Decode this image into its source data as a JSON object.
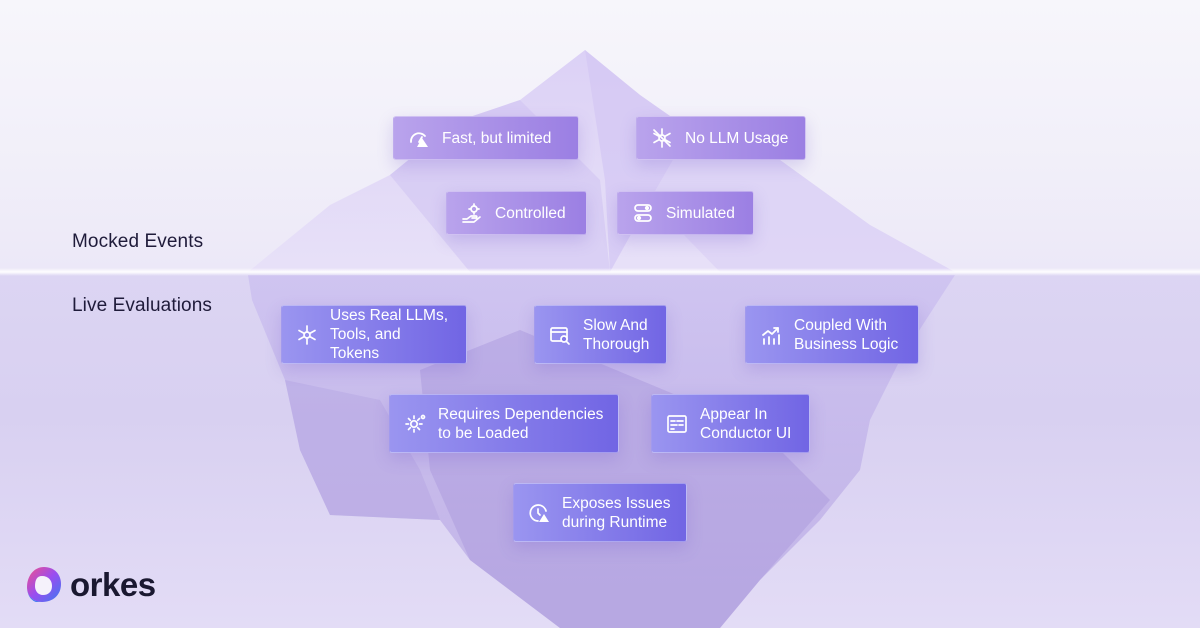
{
  "sections": {
    "above": "Mocked Events",
    "below": "Live Evaluations"
  },
  "above_items": [
    {
      "label": "Fast, but limited",
      "icon": "speedometer-icon"
    },
    {
      "label": "No LLM Usage",
      "icon": "no-ai-icon"
    },
    {
      "label": "Controlled",
      "icon": "hand-gear-icon"
    },
    {
      "label": "Simulated",
      "icon": "simulation-icon"
    }
  ],
  "below_items": [
    {
      "label": "Uses Real LLMs,\nTools, and Tokens",
      "icon": "ai-network-icon"
    },
    {
      "label": "Slow And\nThorough",
      "icon": "window-search-icon"
    },
    {
      "label": "Coupled With\nBusiness Logic",
      "icon": "chart-growth-icon"
    },
    {
      "label": "Requires Dependencies\nto be Loaded",
      "icon": "gear-dependency-icon"
    },
    {
      "label": "Appear In\nConductor UI",
      "icon": "dashboard-icon"
    },
    {
      "label": "Exposes Issues\nduring Runtime",
      "icon": "clock-warning-icon"
    }
  ],
  "brand": {
    "name": "orkes",
    "colors": {
      "pink": "#f0508c",
      "blue": "#3a7bf0",
      "purple": "#7a5cf0"
    }
  }
}
